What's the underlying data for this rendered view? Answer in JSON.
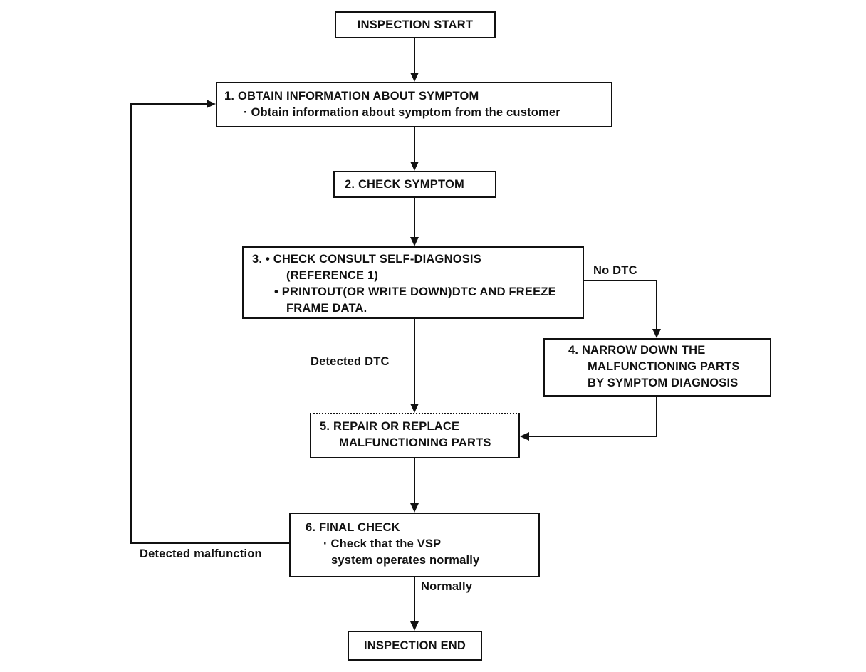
{
  "diagram": {
    "nodes": {
      "start": {
        "label": "INSPECTION START"
      },
      "step1": {
        "lines": [
          "1. OBTAIN INFORMATION ABOUT SYMPTOM",
          "· Obtain information about symptom from the customer"
        ]
      },
      "step2": {
        "lines": [
          "2. CHECK SYMPTOM"
        ]
      },
      "step3": {
        "lines": [
          "3. • CHECK CONSULT SELF-DIAGNOSIS",
          "(REFERENCE 1)",
          "• PRINTOUT(OR WRITE DOWN)DTC AND FREEZE",
          "FRAME DATA."
        ]
      },
      "step4": {
        "lines": [
          "4. NARROW DOWN THE",
          "MALFUNCTIONING PARTS",
          "BY SYMPTOM DIAGNOSIS"
        ]
      },
      "step5": {
        "lines": [
          "5. REPAIR OR REPLACE",
          "MALFUNCTIONING PARTS"
        ]
      },
      "step6": {
        "lines": [
          "6. FINAL CHECK",
          "· Check that the VSP",
          "system operates normally"
        ]
      },
      "end": {
        "label": "INSPECTION END"
      }
    },
    "edge_labels": {
      "no_dtc": "No DTC",
      "detected_dtc": "Detected DTC",
      "normally": "Normally",
      "detected_malfunction": "Detected malfunction"
    },
    "colors": {
      "line": "#111111",
      "background": "#ffffff"
    }
  }
}
